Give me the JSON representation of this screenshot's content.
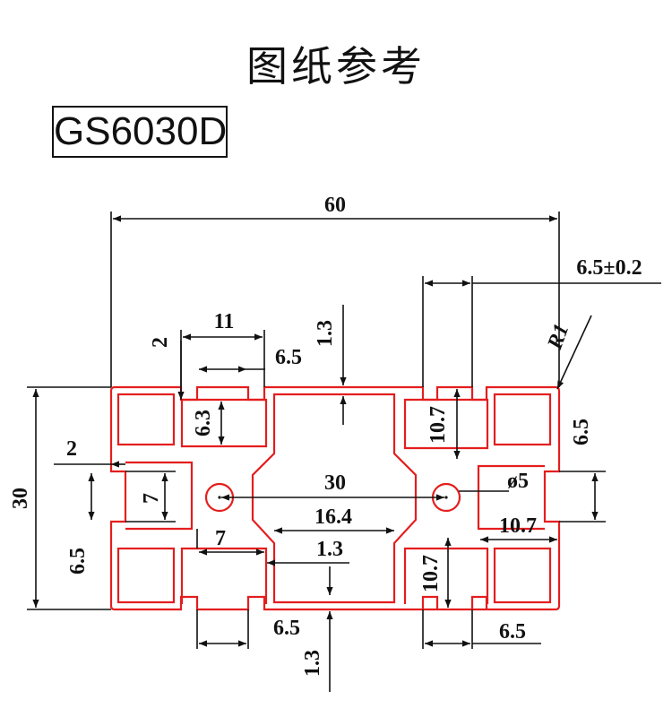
{
  "header": {
    "title": "图纸参考",
    "model": "GS6030D"
  },
  "colors": {
    "profile": "#e41e1e",
    "lines": "#111111"
  },
  "dimensions": {
    "overall_width": "60",
    "slot_opening_tol": "6.5±0.2",
    "top_span": "11",
    "top_lip": "2",
    "top_slot": "6.5",
    "top_wall": "1.3",
    "radius": "R1",
    "top_depth": "6.3",
    "slot_depth": "10.7",
    "right_height": "6.5",
    "left_lip": "2",
    "left_depth": "7",
    "overall_height": "30",
    "left_slot": "6.5",
    "hole_spacing": "30",
    "hole_diameter": "ø5",
    "right_depth": "10.7",
    "inner_width": "16.4",
    "bottom_depth": "7",
    "inner_wall": "1.3",
    "lower_slot_depth": "10.7",
    "bottom_slot_left": "6.5",
    "bottom_slot_right": "6.5",
    "bottom_wall": "1.3"
  }
}
